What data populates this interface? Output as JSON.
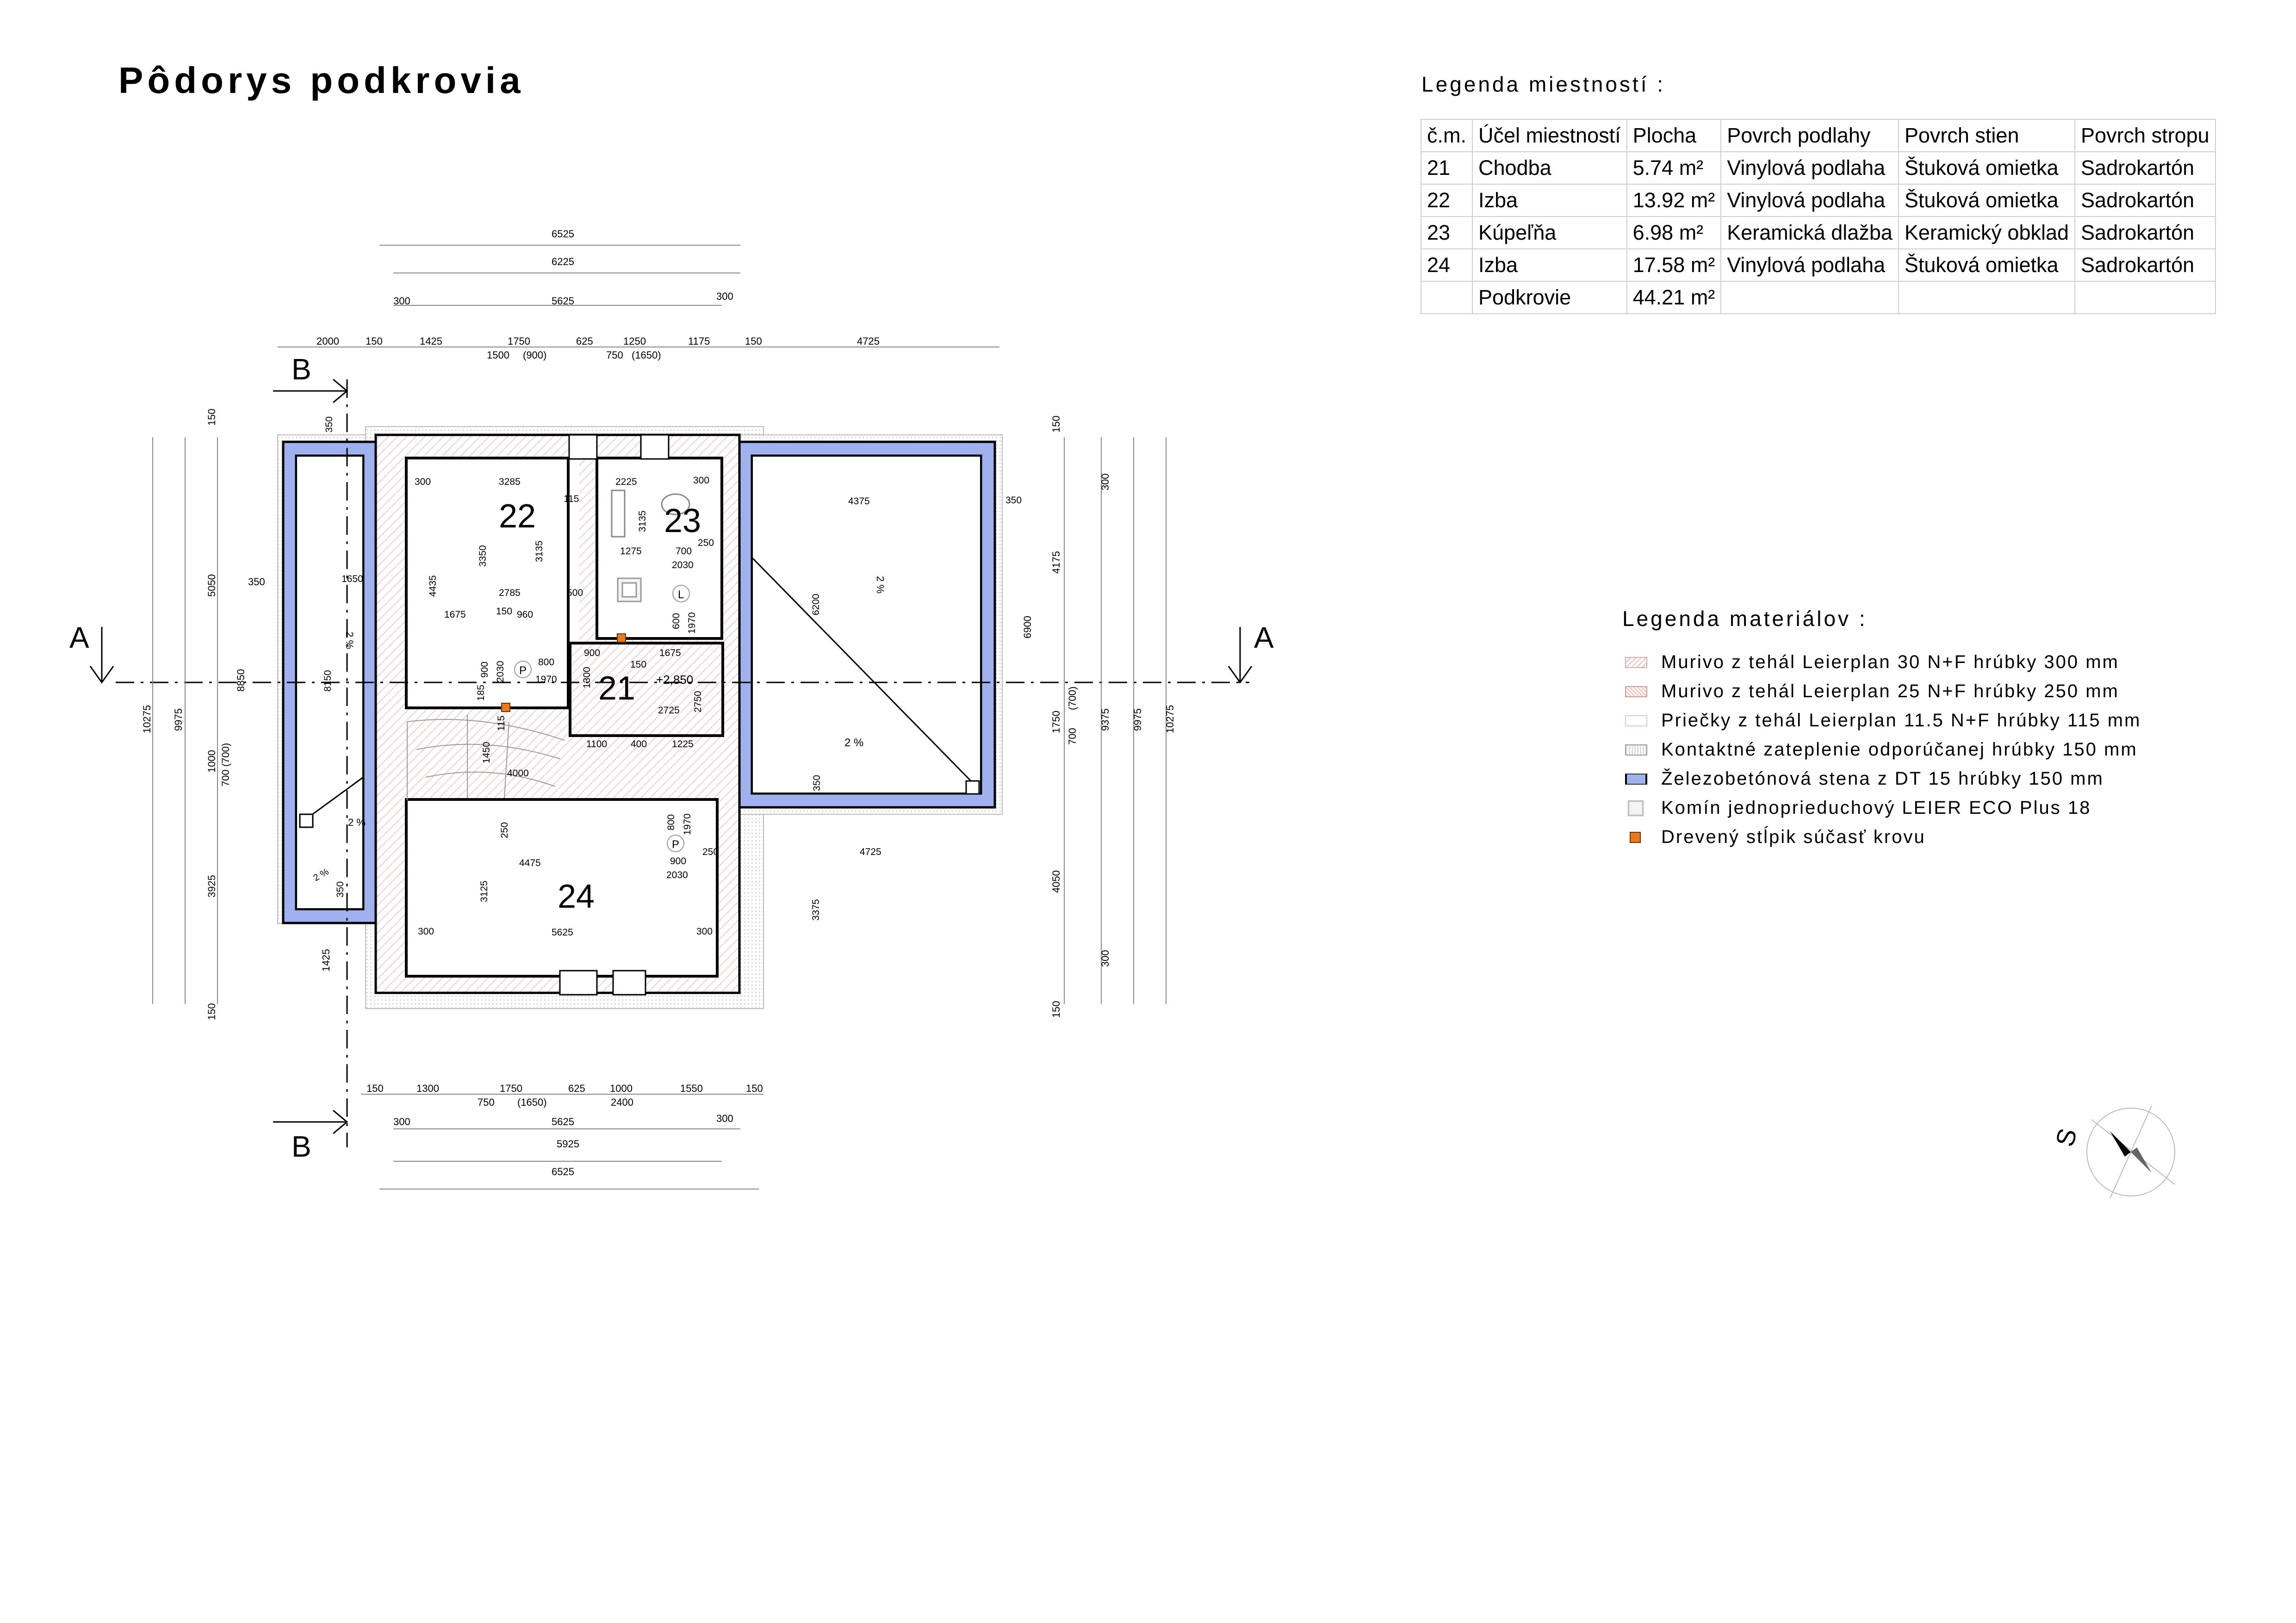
{
  "title": "Pôdorys podkrovia",
  "room_legend": {
    "title": "Legenda miestností :",
    "headers": [
      "č.m.",
      "Účel miestností",
      "Plocha",
      "Povrch podlahy",
      "Povrch stien",
      "Povrch stropu"
    ],
    "rows": [
      [
        "21",
        "Chodba",
        "5.74 m²",
        "Vinylová podlaha",
        "Štuková omietka",
        "Sadrokartón"
      ],
      [
        "22",
        "Izba",
        "13.92 m²",
        "Vinylová podlaha",
        "Štuková omietka",
        "Sadrokartón"
      ],
      [
        "23",
        "Kúpeľňa",
        "6.98 m²",
        "Keramická dlažba",
        "Keramický obklad",
        "Sadrokartón"
      ],
      [
        "24",
        "Izba",
        "17.58 m²",
        "Vinylová podlaha",
        "Štuková omietka",
        "Sadrokartón"
      ],
      [
        "",
        "Podkrovie",
        "44.21 m²",
        "",
        "",
        ""
      ]
    ]
  },
  "material_legend": {
    "title": "Legenda materiálov :",
    "items": [
      {
        "label": "Murivo z tehál Leierplan 30  N+F hrúbky 300 mm",
        "swatch": "murivo30"
      },
      {
        "label": "Murivo z tehál Leierplan 25  N+F hrúbky 250 mm",
        "swatch": "murivo25"
      },
      {
        "label": "Priečky z tehál Leierplan 11.5  N+F hrúbky 115 mm",
        "swatch": "priecky"
      },
      {
        "label": "Kontaktné zateplenie odporúčanej hrúbky 150 mm",
        "swatch": "zateplenie"
      },
      {
        "label": "Železobetónová stena z DT 15 hrúbky 150 mm",
        "swatch": "zelezobeton"
      },
      {
        "label": "Komín jednoprieduchový LEIER ECO Plus 18",
        "swatch": "komin"
      },
      {
        "label": "Drevený stĺpik súčasť krovu",
        "swatch": "stlpik"
      }
    ]
  },
  "colors": {
    "concrete_wall": "#9fb2ee",
    "timber_post": "#e87a1e",
    "masonry_hatch": "#f2b8b8",
    "line": "#000000"
  },
  "plan": {
    "room_numbers": {
      "r21": "21",
      "r22": "22",
      "r23": "23",
      "r24": "24"
    },
    "section_marks": {
      "a": "A",
      "b": "B"
    },
    "door_marks": {
      "p": "P",
      "l": "L"
    },
    "level": "+2,850",
    "slope": "2 %",
    "compass": "S",
    "dimensions": {
      "top": {
        "total": "6525",
        "inner": "6225",
        "wall_l": "300",
        "mid": "5625",
        "wall_r": "300",
        "c1": "2000",
        "c2": "150",
        "c3": "1425",
        "c4": "1750",
        "c5": "625",
        "c6": "1250",
        "c7": "1175",
        "c8": "150",
        "c9": "4725",
        "w1": "1500",
        "w1h": "(900)",
        "w2": "750",
        "w2h": "(1650)"
      },
      "bottom": {
        "c1": "150",
        "c2": "1300",
        "c3": "1750",
        "c4": "625",
        "c5": "1000",
        "c6": "1550",
        "c7": "150",
        "w1": "750",
        "w1h": "(1650)",
        "w2": "2400",
        "wall_l": "300",
        "mid": "5625",
        "wall_r": "300",
        "inner": "5925",
        "total": "6525"
      },
      "left": {
        "top150": "150",
        "d5050": "5050",
        "d3925": "3925",
        "bot150": "150",
        "d1000": "1000",
        "d700": "700 (700)",
        "d9975": "9975",
        "d10275": "10275",
        "d8850": "8850",
        "d350": "350",
        "d1425": "1425"
      },
      "right": {
        "top150": "150",
        "d300a": "300",
        "d4175": "4175",
        "d1750": "1750",
        "d700": "700",
        "d700h": "(700)",
        "d4050": "4050",
        "d300b": "300",
        "bot150": "150",
        "d6900": "6900",
        "d9375": "9375",
        "d9975": "9975",
        "d10275": "10275"
      },
      "inside": {
        "a350": "350",
        "a350b": "350",
        "a1650": "1650",
        "a8150": "8150",
        "a350c": "350",
        "r22_300": "300",
        "r22_3285": "3285",
        "r22_115": "115",
        "r22_4435": "4435",
        "r22_3350": "3350",
        "r22_3135": "3135",
        "r22_2785": "2785",
        "r22_1675": "1675",
        "r22_150": "150",
        "r22_960": "960",
        "r22_500": "500",
        "r23_2225": "2225",
        "r23_300": "300",
        "r23_3135": "3135",
        "r23_1275": "1275",
        "r23_700": "700",
        "r23_2030": "2030",
        "r23_250": "250",
        "r23_600": "600",
        "r23_1970": "1970",
        "r21_900": "900",
        "r21_1675": "1675",
        "r21_800": "800",
        "r21_1970": "1970",
        "r21_1300": "1300",
        "r21_150": "150",
        "r21_2725": "2725",
        "r21_2750": "2750",
        "r21_185": "185",
        "r21_900b": "900",
        "r21_2030": "2030",
        "r21_115": "115",
        "r21_1450": "1450",
        "r21_1100": "1100",
        "r21_400": "400",
        "r21_1225": "1225",
        "r21_4000": "4000",
        "e_4375": "4375",
        "e_350": "350",
        "e_6200": "6200",
        "e_350b": "350",
        "e_4725": "4725",
        "r24_250": "250",
        "r24_4475": "4475",
        "r24_3125": "3125",
        "r24_800": "800",
        "r24_1970": "1970",
        "r24_900": "900",
        "r24_2030": "2030",
        "r24_250b": "250",
        "r24_300": "300",
        "r24_5625": "5625",
        "r24_300b": "300",
        "r24_3375": "3375"
      }
    }
  }
}
